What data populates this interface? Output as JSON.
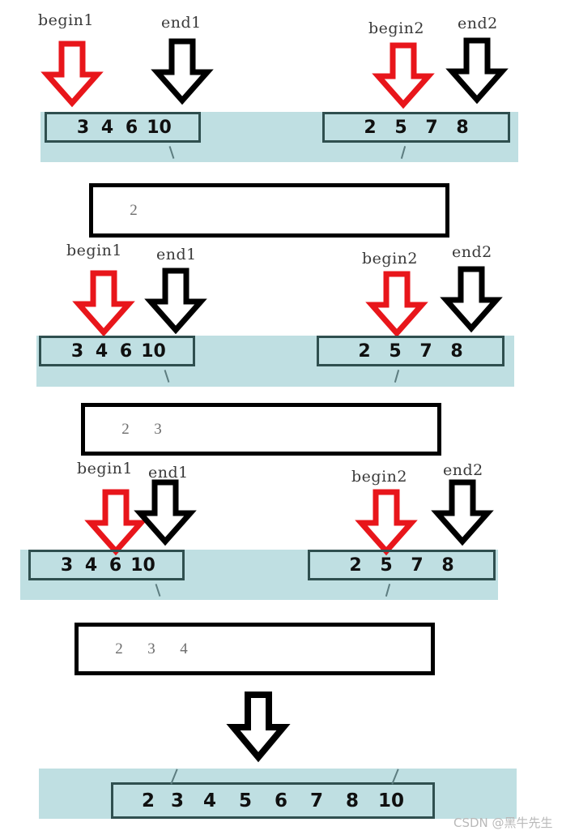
{
  "diagram": {
    "title": "merge-step-illustration",
    "pointer_labels": {
      "begin1": "begin1",
      "end1": "end1",
      "begin2": "begin2",
      "end2": "end2"
    },
    "colors": {
      "band": "#bfdfe2",
      "array_border": "#2f4f4f",
      "result_border": "#000000",
      "begin_arrow": "#e8161b",
      "end_arrow": "#000000",
      "label_text": "#3a3a3a",
      "result_text": "#6d6d6d",
      "watermark": "#b9b9b9"
    },
    "stages": [
      {
        "id": "stage-1",
        "left_array": [
          "3",
          "4",
          "6",
          "10"
        ],
        "right_array": [
          "2",
          "5",
          "7",
          "8"
        ],
        "result": [
          "2"
        ],
        "pointers": {
          "begin1_index": 0,
          "end1_index": 3,
          "begin2_index": 0,
          "end2_index": 3
        }
      },
      {
        "id": "stage-2",
        "left_array": [
          "3",
          "4",
          "6",
          "10"
        ],
        "right_array": [
          "2",
          "5",
          "7",
          "8"
        ],
        "result": [
          "2",
          "3"
        ],
        "pointers": {
          "begin1_index": 0,
          "end1_index": 3,
          "begin2_index": 1,
          "end2_index": 3
        }
      },
      {
        "id": "stage-3",
        "left_array": [
          "3",
          "4",
          "6",
          "10"
        ],
        "right_array": [
          "2",
          "5",
          "7",
          "8"
        ],
        "result": [
          "2",
          "3",
          "4"
        ],
        "pointers": {
          "begin1_index": 1,
          "end1_index": 3,
          "begin2_index": 1,
          "end2_index": 3
        }
      }
    ],
    "final": {
      "id": "stage-final",
      "merged_array": [
        "2",
        "3",
        "4",
        "5",
        "6",
        "7",
        "8",
        "10"
      ]
    },
    "watermark": "CSDN @黑牛先生"
  }
}
